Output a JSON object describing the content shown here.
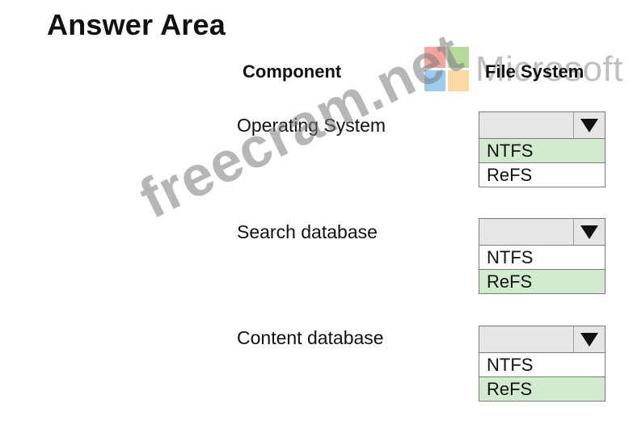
{
  "title": "Answer Area",
  "headers": {
    "component": "Component",
    "file_system": "File System"
  },
  "logo": {
    "text": "Microsoft",
    "colors": [
      "#f25022",
      "#7fba00",
      "#00a4ef",
      "#ffb900"
    ]
  },
  "watermark": "freecram.net",
  "rows": [
    {
      "component": "Operating System",
      "selected": "",
      "options": [
        {
          "label": "NTFS",
          "selected": true
        },
        {
          "label": "ReFS",
          "selected": false
        }
      ]
    },
    {
      "component": "Search database",
      "selected": "",
      "options": [
        {
          "label": "NTFS",
          "selected": false
        },
        {
          "label": "ReFS",
          "selected": true
        }
      ]
    },
    {
      "component": "Content database",
      "selected": "",
      "options": [
        {
          "label": "NTFS",
          "selected": false
        },
        {
          "label": "ReFS",
          "selected": true
        }
      ]
    }
  ],
  "colors": {
    "selected_option": "#d2ebcf",
    "dropdown_head": "#e6e6e6"
  }
}
